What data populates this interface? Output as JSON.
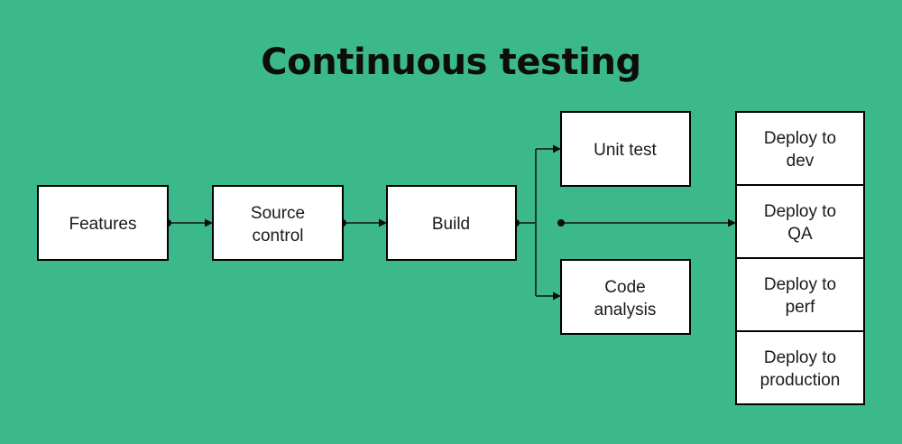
{
  "title": "Continuous testing",
  "colors": {
    "background": "#3cb98a",
    "box_fill": "#ffffff",
    "box_stroke": "#000000",
    "connector": "#1f3a33",
    "title_text": "#0d0d0d",
    "label_text": "#1a1a1a"
  },
  "nodes": {
    "features": {
      "label": "Features",
      "line1": "Features",
      "line2": ""
    },
    "source_control": {
      "label": "Source control",
      "line1": "Source",
      "line2": "control"
    },
    "build": {
      "label": "Build",
      "line1": "Build",
      "line2": ""
    },
    "unit_test": {
      "label": "Unit test",
      "line1": "Unit test",
      "line2": ""
    },
    "code_analysis": {
      "label": "Code analysis",
      "line1": "Code",
      "line2": "analysis"
    }
  },
  "deploy_stack": {
    "items": [
      {
        "label": "Deploy to dev",
        "line1": "Deploy to",
        "line2": "dev"
      },
      {
        "label": "Deploy to QA",
        "line1": "Deploy to",
        "line2": "QA"
      },
      {
        "label": "Deploy to perf",
        "line1": "Deploy to",
        "line2": "perf"
      },
      {
        "label": "Deploy to production",
        "line1": "Deploy to",
        "line2": "production"
      }
    ]
  },
  "edges": [
    {
      "from": "Features",
      "to": "Source control"
    },
    {
      "from": "Source control",
      "to": "Build"
    },
    {
      "from": "Build",
      "to": "Unit test"
    },
    {
      "from": "Build",
      "to": "Code analysis"
    },
    {
      "from": "Build",
      "to": "Deploy to QA"
    }
  ]
}
